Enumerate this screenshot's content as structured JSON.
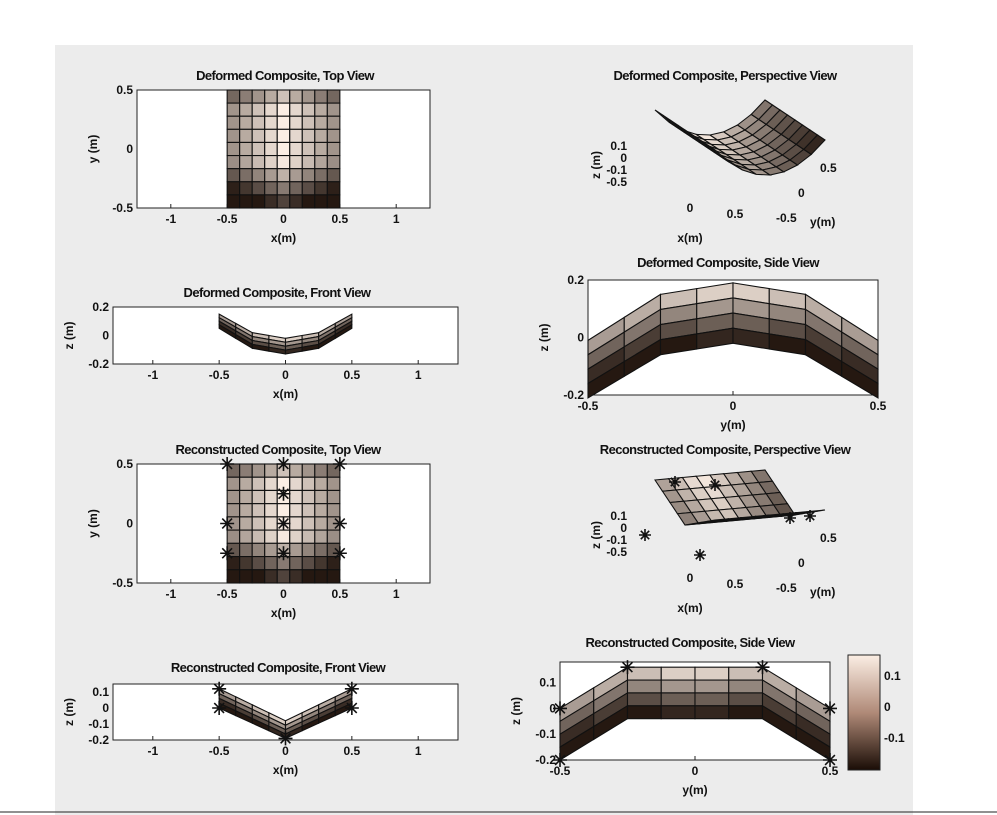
{
  "figure": {
    "colorbar": {
      "ticks": [
        "0.1",
        "0",
        "-0.1"
      ],
      "colors": [
        "#fbeee4",
        "#1a0d06"
      ]
    }
  },
  "chart_data": [
    {
      "type": "heatmap",
      "title": "Deformed Composite, Top View",
      "xlabel": "x(m)",
      "ylabel": "y (m)",
      "xlim": [
        -1.3,
        1.3
      ],
      "ylim": [
        -0.5,
        0.5
      ],
      "xticks": [
        "-1",
        "-0.5",
        "0",
        "0.5",
        "1"
      ],
      "xtick_values": [
        -1,
        -0.5,
        0,
        0.5,
        1
      ],
      "yticks": [
        "0.5",
        "0",
        "-0.5"
      ],
      "ytick_values": [
        0.5,
        0,
        -0.5
      ],
      "extent_x": [
        -0.5,
        0.5
      ],
      "extent_y": [
        -0.5,
        0.5
      ],
      "grid_n": [
        9,
        9
      ]
    },
    {
      "type": "surface",
      "title": "Deformed Composite, Perspective View",
      "xlabel": "x(m)",
      "ylabel": "y(m)",
      "zlabel": "z (m)",
      "xticks": [
        "0",
        "0.5"
      ],
      "yticks": [
        "0.5",
        "0",
        "-0.5"
      ],
      "zticks": [
        "0.1",
        "0",
        "-0.1",
        "-0.5"
      ]
    },
    {
      "type": "line",
      "title": "Deformed Composite, Front View",
      "xlabel": "x(m)",
      "ylabel": "z (m)",
      "xlim": [
        -1.3,
        1.3
      ],
      "ylim": [
        -0.2,
        0.2
      ],
      "xticks": [
        "-1",
        "-0.5",
        "0",
        "0.5",
        "1"
      ],
      "xtick_values": [
        -1,
        -0.5,
        0,
        0.5,
        1
      ],
      "yticks": [
        "0.2",
        "0",
        "-0.2"
      ],
      "ytick_values": [
        0.2,
        0,
        -0.2
      ],
      "x": [
        -0.5,
        -0.25,
        0,
        0.25,
        0.5
      ],
      "upper": [
        0.15,
        0.02,
        -0.02,
        0.02,
        0.15
      ],
      "lower": [
        0.05,
        -0.09,
        -0.13,
        -0.09,
        0.05
      ]
    },
    {
      "type": "line",
      "title": "Deformed Composite, Side View",
      "xlabel": "y(m)",
      "ylabel": "z (m)",
      "xlim": [
        -0.5,
        0.5
      ],
      "ylim": [
        -0.2,
        0.2
      ],
      "xticks": [
        "-0.5",
        "0",
        "0.5"
      ],
      "xtick_values": [
        -0.5,
        0,
        0.5
      ],
      "yticks": [
        "0.2",
        "0",
        "-0.2"
      ],
      "ytick_values": [
        0.2,
        0,
        -0.2
      ],
      "x": [
        -0.5,
        -0.25,
        0,
        0.25,
        0.5
      ],
      "upper": [
        -0.01,
        0.15,
        0.19,
        0.15,
        -0.01
      ],
      "lower": [
        -0.21,
        -0.06,
        -0.02,
        -0.06,
        -0.21
      ]
    },
    {
      "type": "heatmap",
      "title": "Reconstructed Composite, Top View",
      "xlabel": "x(m)",
      "ylabel": "y (m)",
      "xlim": [
        -1.3,
        1.3
      ],
      "ylim": [
        -0.5,
        0.5
      ],
      "xticks": [
        "-1",
        "-0.5",
        "0",
        "0.5",
        "1"
      ],
      "xtick_values": [
        -1,
        -0.5,
        0,
        0.5,
        1
      ],
      "yticks": [
        "0.5",
        "0",
        "-0.5"
      ],
      "ytick_values": [
        0.5,
        0,
        -0.5
      ],
      "extent_x": [
        -0.5,
        0.5
      ],
      "extent_y": [
        -0.5,
        0.5
      ],
      "grid_n": [
        9,
        9
      ],
      "markers": [
        [
          -0.5,
          0.5
        ],
        [
          0,
          0.5
        ],
        [
          0.5,
          0.5
        ],
        [
          -0.5,
          0
        ],
        [
          0,
          0
        ],
        [
          0.5,
          0
        ],
        [
          -0.5,
          -0.25
        ],
        [
          0,
          -0.25
        ],
        [
          0.5,
          -0.25
        ],
        [
          0,
          0.25
        ]
      ]
    },
    {
      "type": "surface",
      "title": "Reconstructed Composite, Perspective View",
      "xlabel": "x(m)",
      "ylabel": "y(m)",
      "zlabel": "z (m)",
      "xticks": [
        "0",
        "0.5"
      ],
      "yticks": [
        "0.5",
        "0",
        "-0.5"
      ],
      "zticks": [
        "0.1",
        "0",
        "-0.1",
        "-0.5"
      ]
    },
    {
      "type": "line",
      "title": "Reconstructed Composite, Front View",
      "xlabel": "x(m)",
      "ylabel": "z (m)",
      "xlim": [
        -1.3,
        1.3
      ],
      "ylim": [
        -0.2,
        0.15
      ],
      "xticks": [
        "-1",
        "-0.5",
        "0",
        "0.5",
        "1"
      ],
      "xtick_values": [
        -1,
        -0.5,
        0,
        0.5,
        1
      ],
      "yticks": [
        "0.1",
        "0",
        "-0.1",
        "-0.2"
      ],
      "ytick_values": [
        0.1,
        0,
        -0.1,
        -0.2
      ],
      "x": [
        -0.5,
        0,
        0.5
      ],
      "upper": [
        0.12,
        -0.08,
        0.12
      ],
      "lower": [
        0.0,
        -0.19,
        0.0
      ],
      "markers": [
        [
          -0.5,
          0.12
        ],
        [
          -0.5,
          0.0
        ],
        [
          0,
          -0.19
        ],
        [
          0.5,
          0.12
        ],
        [
          0.5,
          0.0
        ]
      ]
    },
    {
      "type": "line",
      "title": "Reconstructed Composite, Side View",
      "xlabel": "y(m)",
      "ylabel": "z (m)",
      "xlim": [
        -0.5,
        0.5
      ],
      "ylim": [
        -0.2,
        0.18
      ],
      "xticks": [
        "-0.5",
        "0",
        "0.5"
      ],
      "xtick_values": [
        -0.5,
        0,
        0.5
      ],
      "yticks": [
        "0.1",
        "0",
        "-0.1",
        "-0.2"
      ],
      "ytick_values": [
        0.1,
        0,
        -0.1,
        -0.2
      ],
      "x": [
        -0.5,
        -0.25,
        0,
        0.25,
        0.5
      ],
      "upper": [
        0.0,
        0.16,
        0.16,
        0.16,
        0.0
      ],
      "lower": [
        -0.2,
        -0.04,
        -0.04,
        -0.04,
        -0.2
      ],
      "markers": [
        [
          -0.5,
          0.0
        ],
        [
          -0.25,
          0.16
        ],
        [
          0.25,
          0.16
        ],
        [
          0.5,
          0.0
        ],
        [
          -0.5,
          -0.2
        ],
        [
          0.5,
          -0.2
        ]
      ]
    }
  ]
}
